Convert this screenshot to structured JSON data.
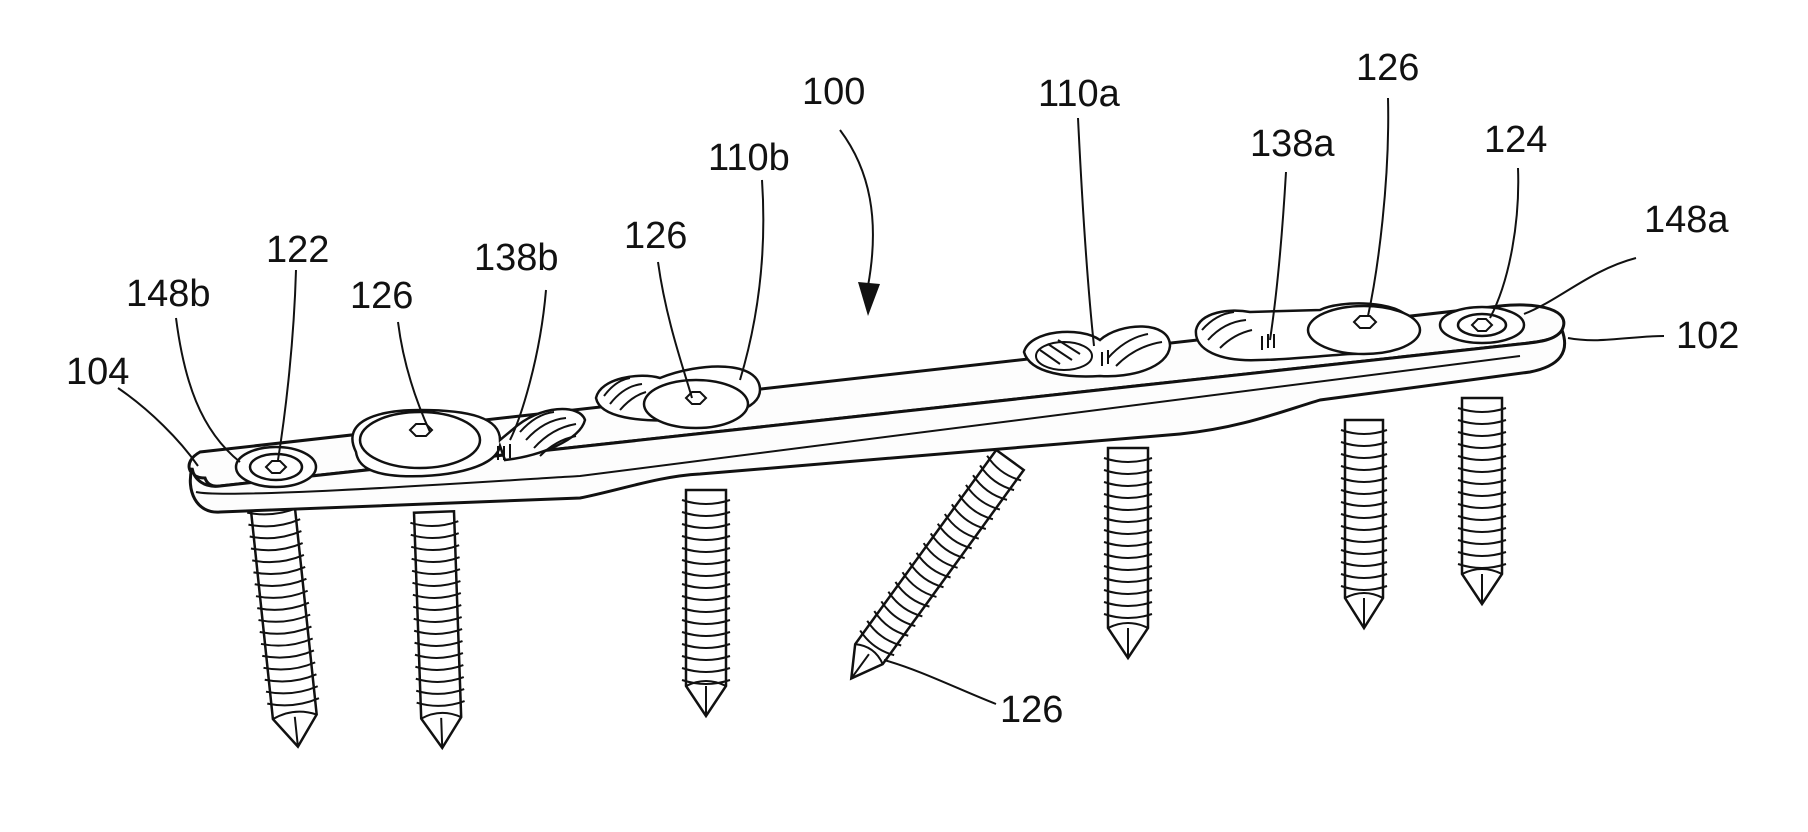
{
  "labels": {
    "l100": "100",
    "l110a": "110a",
    "l110b": "110b",
    "l126_top_right": "126",
    "l138a": "138a",
    "l124": "124",
    "l148a": "148a",
    "l102": "102",
    "l126_upper_mid": "126",
    "l126_left": "126",
    "l138b": "138b",
    "l122": "122",
    "l148b": "148b",
    "l104": "104",
    "l126_bottom": "126"
  }
}
